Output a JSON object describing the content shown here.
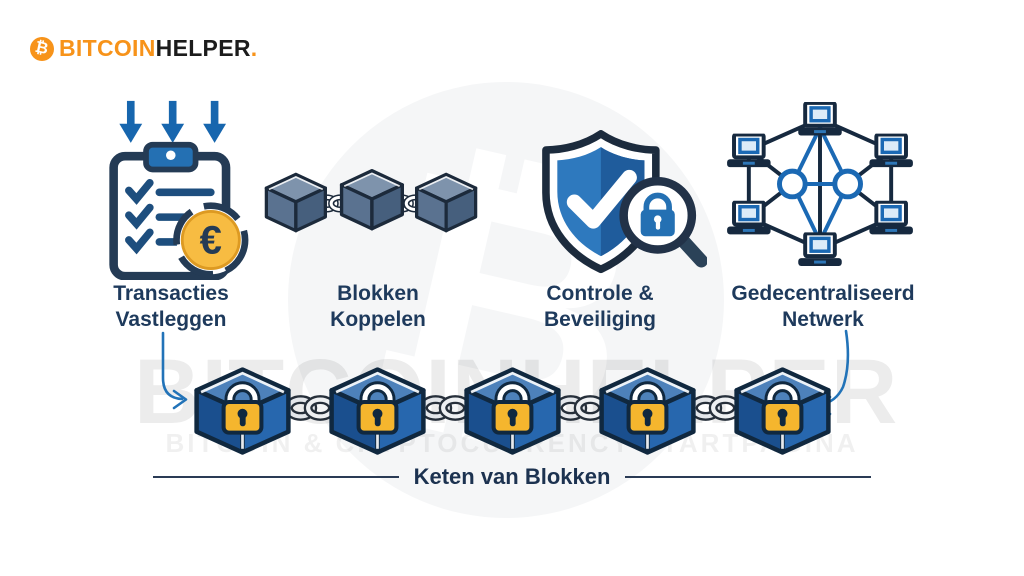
{
  "logo": {
    "icon_symbol": "₿",
    "brand_primary": "BITCOIN",
    "brand_secondary": "HELPER",
    "period": "."
  },
  "watermark": {
    "title": "BITCOINHELPER",
    "subtitle": "BITCOIN & CRYPTOCURRENCY STARTPAGINA",
    "symbol": "₿"
  },
  "steps": [
    {
      "icon": "clipboard-euro-icon",
      "line1": "Transacties",
      "line2": "Vastleggen",
      "euro_symbol": "€"
    },
    {
      "icon": "linked-blocks-icon",
      "line1": "Blokken",
      "line2": "Koppelen"
    },
    {
      "icon": "shield-lock-icon",
      "line1": "Controle &",
      "line2": "Beveiliging"
    },
    {
      "icon": "decentralized-network-icon",
      "line1": "Gedecentraliseerd",
      "line2": "Netwerk"
    }
  ],
  "chain": {
    "caption": "Keten van Blokken",
    "block_count": 5
  },
  "colors": {
    "brand_orange": "#f7931a",
    "label_navy": "#1e3a5c",
    "arrow_blue": "#2273b8",
    "block_blue": "#2767ae",
    "block_dark": "#1a4f8e",
    "lock_gold": "#f5b62e",
    "outline_navy": "#10283f"
  }
}
